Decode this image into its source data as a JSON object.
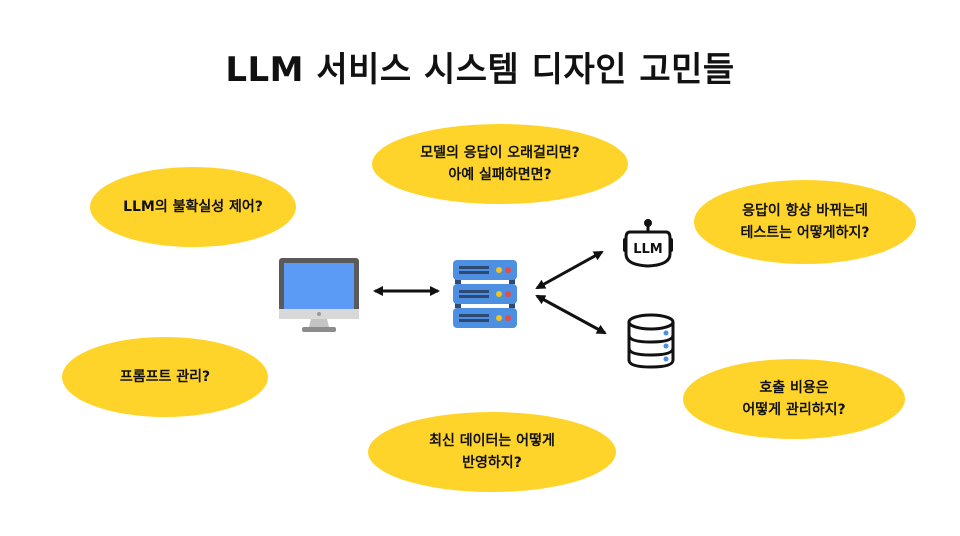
{
  "title": "LLM 서비스 시스템 디자인 고민들",
  "bubbles": {
    "latency": [
      "모델의 응답이 오래걸리면?",
      "아예 실패하면면?"
    ],
    "uncertainty": [
      "LLM의 불확실성 제어?"
    ],
    "testing": [
      "응답이 항상 바뀌는데",
      "테스트는 어떻게하지?"
    ],
    "prompt": [
      "프롬프트 관리?"
    ],
    "cost": [
      "호출 비용은",
      "어떻게 관리하지?"
    ],
    "freshness": [
      "최신 데이터는 어떻게",
      "반영하지?"
    ]
  },
  "llm_badge": "LLM",
  "colors": {
    "bubble": "#FFD42A",
    "monitor_screen": "#5B9BF5",
    "server_blue": "#4D8FE0",
    "arrow": "#111111"
  },
  "icons": [
    "computer-monitor-icon",
    "server-rack-icon",
    "llm-robot-icon",
    "database-icon"
  ]
}
